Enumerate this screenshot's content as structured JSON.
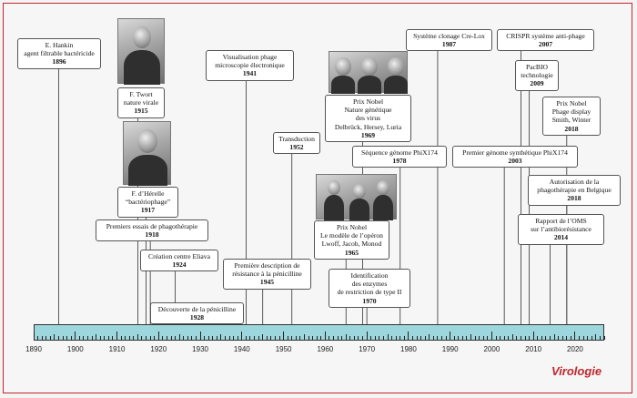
{
  "axis": {
    "start_year": 1890,
    "end_year": 2027,
    "labels": [
      "1890",
      "1900",
      "1910",
      "1920",
      "1930",
      "1940",
      "1950",
      "1960",
      "1970",
      "1980",
      "1990",
      "2000",
      "2010",
      "2020"
    ]
  },
  "events": [
    {
      "id": "hankin",
      "lines": [
        "E. Hankin",
        "agent filtrable bactéricide"
      ],
      "year": "1896",
      "event_year": 1896
    },
    {
      "id": "twort",
      "lines": [
        "F. Twort",
        "nature virale"
      ],
      "year": "1915",
      "event_year": 1915
    },
    {
      "id": "dherelle",
      "lines": [
        "F. d’Hérelle",
        "“bactériophage”"
      ],
      "year": "1917",
      "event_year": 1917
    },
    {
      "id": "phagotherapie",
      "lines": [
        "Premiers essais de phagothérapie"
      ],
      "year": "1918",
      "event_year": 1918
    },
    {
      "id": "eliava",
      "lines": [
        "Création centre Eliava"
      ],
      "year": "1924",
      "event_year": 1924
    },
    {
      "id": "penicilline",
      "lines": [
        "Découverte de la pénicilline"
      ],
      "year": "1928",
      "event_year": 1928
    },
    {
      "id": "microscope",
      "lines": [
        "Visualisation phage",
        "microscopie électronique"
      ],
      "year": "1941",
      "event_year": 1941
    },
    {
      "id": "resistance",
      "lines": [
        "Première description de",
        "résistance à la pénicilline"
      ],
      "year": "1945",
      "event_year": 1945
    },
    {
      "id": "transduction",
      "lines": [
        "Transduction"
      ],
      "year": "1952",
      "event_year": 1952
    },
    {
      "id": "nobel1969",
      "lines": [
        "Prix Nobel",
        "Nature génétique",
        "des virus",
        "Delbrück, Hersey, Luria"
      ],
      "year": "1969",
      "event_year": 1969
    },
    {
      "id": "nobel1965",
      "lines": [
        "Prix Nobel",
        "Le modèle de l’opéron",
        "Lwoff, Jacob, Monod"
      ],
      "year": "1965",
      "event_year": 1965
    },
    {
      "id": "restriction",
      "lines": [
        "Identification",
        "des enzymes",
        "de restriction de type II"
      ],
      "year": "1970",
      "event_year": 1970
    },
    {
      "id": "phix174",
      "lines": [
        "Séquence génome PhiX174"
      ],
      "year": "1978",
      "event_year": 1978
    },
    {
      "id": "crelox",
      "lines": [
        "Système clonage Cre-Lox"
      ],
      "year": "1987",
      "event_year": 1987
    },
    {
      "id": "crispr",
      "lines": [
        "CRISPR système anti-phage"
      ],
      "year": "2007",
      "event_year": 2007
    },
    {
      "id": "pacbio",
      "lines": [
        "PacBIO",
        "technologie"
      ],
      "year": "2009",
      "event_year": 2009
    },
    {
      "id": "nobel2018",
      "lines": [
        "Prix Nobel",
        "Phage display",
        "Smith, Winter"
      ],
      "year": "2018",
      "event_year": 2018
    },
    {
      "id": "synthetique",
      "lines": [
        "Premier génome synthétique PhiX174"
      ],
      "year": "2003",
      "event_year": 2003
    },
    {
      "id": "belgique",
      "lines": [
        "Autorisation de la",
        "phagothérapie en Belgique"
      ],
      "year": "2018",
      "event_year": 2018
    },
    {
      "id": "oms",
      "lines": [
        "Rapport de l’OMS",
        "sur l’antibiorésistance"
      ],
      "year": "2014",
      "event_year": 2014
    }
  ],
  "brand": {
    "text": "Virologie"
  }
}
